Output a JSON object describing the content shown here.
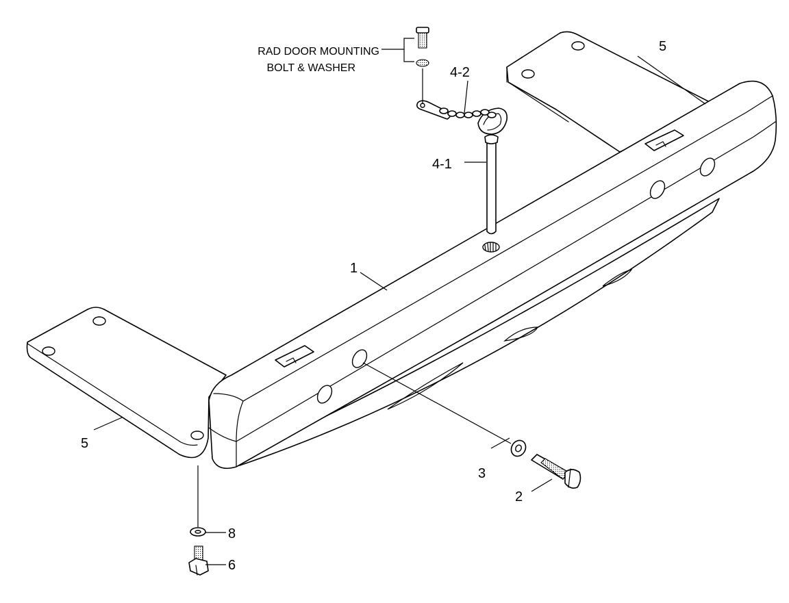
{
  "callouts": {
    "bumper": "1",
    "bolt": "2",
    "washer": "3",
    "pin": "4-1",
    "chain": "4-2",
    "bracket_right": "5",
    "bracket_left": "5",
    "mount_bolt": "6",
    "mount_washer": "8"
  },
  "note": {
    "line1": "RAD DOOR MOUNTING",
    "line2": "BOLT & WASHER"
  }
}
